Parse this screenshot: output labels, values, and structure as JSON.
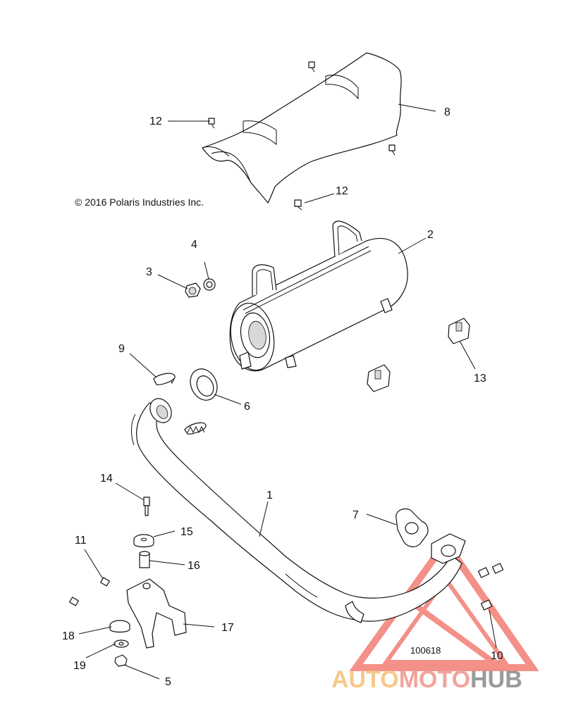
{
  "copyright": "© 2016 Polaris Industries Inc.",
  "reference_number": "100618",
  "callouts": {
    "c1": "1",
    "c2": "2",
    "c3": "3",
    "c4": "4",
    "c5": "5",
    "c6": "6",
    "c7": "7",
    "c8": "8",
    "c9": "9",
    "c10": "10",
    "c11": "11",
    "c12a": "12",
    "c12b": "12",
    "c13": "13",
    "c14": "14",
    "c15": "15",
    "c16": "16",
    "c17": "17",
    "c18": "18",
    "c19": "19"
  },
  "watermark": {
    "part1": "AUTO",
    "part2": "MOTO",
    "part3": "HUB",
    "colors": {
      "red": "#e8463a",
      "orange": "#f29d2a",
      "gray": "#8c8c8c"
    }
  }
}
